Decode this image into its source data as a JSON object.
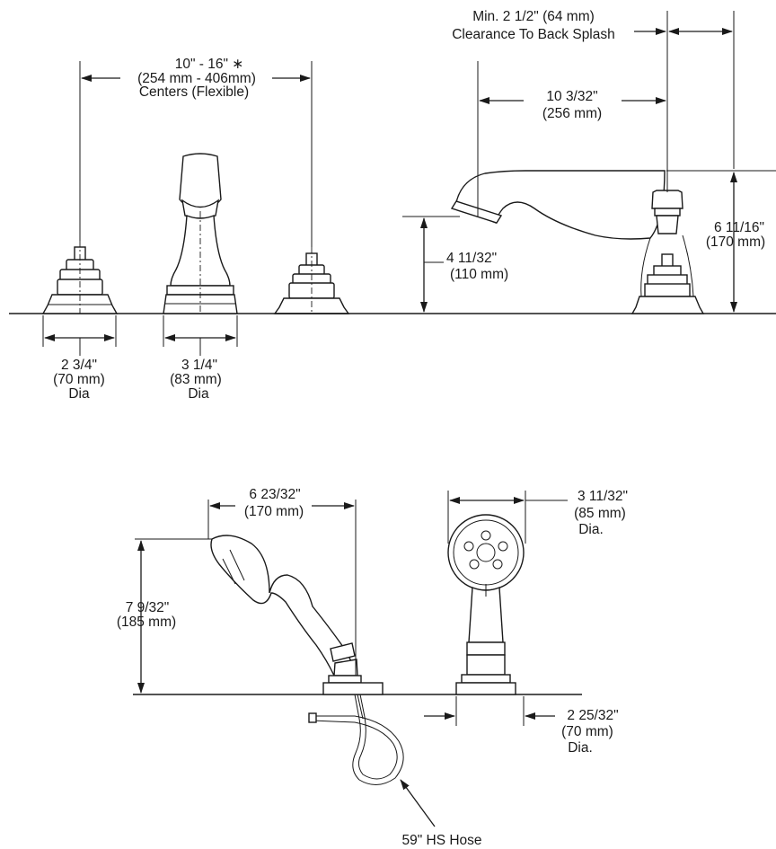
{
  "labels": {
    "centers_range": "10\" - 16\" ∗",
    "centers_metric": "(254 mm - 406mm)",
    "centers_note": "Centers (Flexible)",
    "handle_dia_in": "2 3/4\"",
    "handle_dia_mm": "(70 mm)",
    "handle_dia_word": "Dia",
    "spout_base_dia_in": "3 1/4\"",
    "spout_base_dia_mm": "(83 mm)",
    "spout_base_dia_word": "Dia",
    "clearance_in": "Min. 2 1/2\" (64 mm)",
    "clearance_note": "Clearance To Back Splash",
    "reach_in": "10 3/32\"",
    "reach_mm": "(256 mm)",
    "spout_height_in": "4 11/32\"",
    "spout_height_mm": "(110 mm)",
    "total_height_in": "6 11/16\"",
    "total_height_mm": "(170 mm)",
    "hs_width_in": "6 23/32\"",
    "hs_width_mm": "(170 mm)",
    "hs_height_in": "7 9/32\"",
    "hs_height_mm": "(185 mm)",
    "head_dia_in": "3 11/32\"",
    "head_dia_mm": "(85 mm)",
    "head_dia_word": "Dia.",
    "mount_dia_in": "2 25/32\"",
    "mount_dia_mm": "(70 mm)",
    "mount_dia_word": "Dia.",
    "hose": "59\" HS Hose"
  }
}
